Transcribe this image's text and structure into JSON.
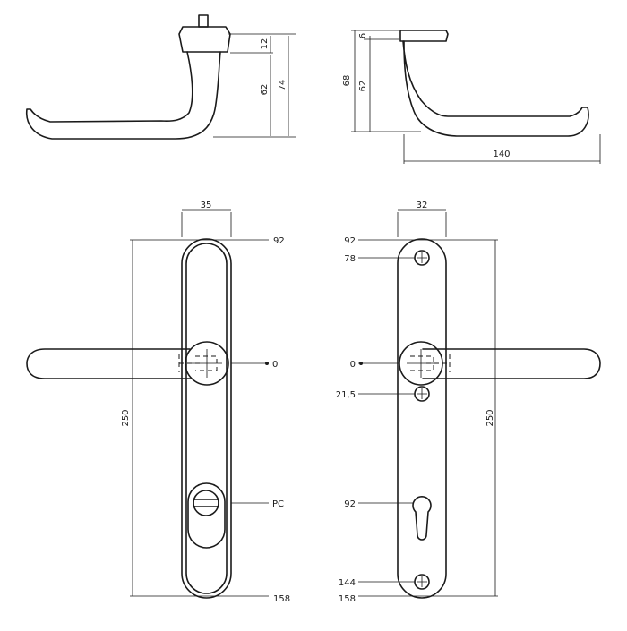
{
  "views": {
    "side_left": {
      "dims": {
        "rose_height": "12",
        "handle_drop": "62",
        "total_height": "74"
      }
    },
    "side_right": {
      "dims": {
        "top": "6",
        "handle_drop": "62",
        "total_height": "68",
        "length": "140"
      }
    },
    "front_left": {
      "dims": {
        "width": "35",
        "height": "250"
      },
      "marks": {
        "top": "92",
        "center": "0",
        "cylinder": "PC",
        "bottom": "158"
      }
    },
    "front_right": {
      "dims": {
        "width": "32",
        "height": "250"
      },
      "marks": {
        "top": "92",
        "screw_top": "78",
        "center": "0",
        "screw_mid": "21,5",
        "cylinder": "92",
        "screw_bottom": "144",
        "bottom": "158"
      }
    }
  }
}
